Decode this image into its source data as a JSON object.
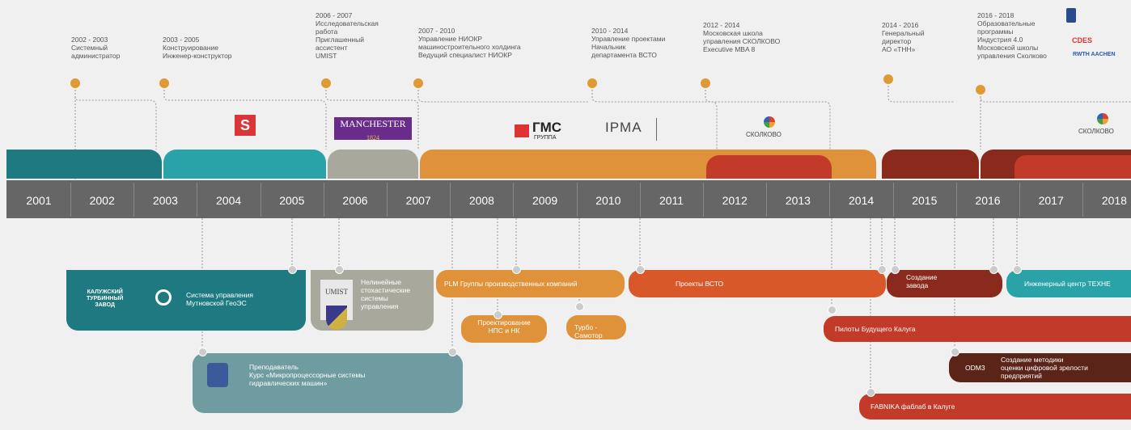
{
  "career": [
    {
      "text": "2002 - 2003\nСистемный\nадминистратор"
    },
    {
      "text": "2003 - 2005\nКонструирование\nИнженер-конструктор"
    },
    {
      "text": "2006 - 2007\nИсследовательская\nработа\nПриглашенный\nассистент\nUMIST"
    },
    {
      "text": "2007 - 2010\nУправление НИОКР\nмашиностроительного холдинга\nВедущий специалист НИОКР"
    },
    {
      "text": "2010 - 2014\nУправление проектами\nНачальник\nдепартамента ВСТО"
    },
    {
      "text": "2012 - 2014\nМосковская школа\nуправления СКОЛКОВО\nExecutive MBA 8"
    },
    {
      "text": "2014 - 2016\nГенеральный\nдиректор\nАО «ТНН»"
    },
    {
      "text": "2016 - 2018\nОбразовательные\nпрограммы\nИндустрия 4.0\nМосковской школы\nуправления Сколково"
    }
  ],
  "years": [
    "2001",
    "2002",
    "2003",
    "2004",
    "2005",
    "2006",
    "2007",
    "2008",
    "2009",
    "2010",
    "2011",
    "2012",
    "2013",
    "2014",
    "2015",
    "2016",
    "2017",
    "2018"
  ],
  "logos": {
    "sw": "S",
    "manchester": "MANCHESTER",
    "manchester_year": "1824",
    "gms": "ГМС",
    "gms_sub": "ГРУППА",
    "ipma": "IPMA",
    "skolkovo": "СКОЛКОВО",
    "skolkovo2": "СКОЛКОВО",
    "cdes": "CDES",
    "rwth": "RWTH AACHEN"
  },
  "projects": {
    "kaluga_logo": "КАЛУЖСКИЙ\nТУРБИННЫЙ\nЗАВОД",
    "mutnovsk": "Система управления\nМутновской ГеоЭС",
    "umist_logo": "UMIST",
    "stochastic": "Нелинейные\nстохастические\nсистемы\nуправления",
    "plm": "PLM Группы производственных компаний",
    "nps": "Проектирование\nНПС и НК",
    "turbo": "Турбо - Самотор",
    "vsto": "Проекты ВСТО",
    "factory": "Создание\nзавода",
    "eng_center": "Инженерный центр ТЕХНЕ",
    "pilots": "Пилоты Будущего Калуга",
    "teacher": "Преподаватель\nКурс «Микропроцессорные системы\nгидравлических машин»",
    "odm3_label": "ОDМ3",
    "odm3_text": "Создание методики\nоценки цифровой зрелости\nпредприятий",
    "fabnik": "FABNIKA фаблаб в Калуге"
  },
  "colors": {
    "teal_dark": "#1e7a80",
    "teal": "#2aa3a8",
    "gray": "#a8a99c",
    "orange": "#e0923a",
    "red_orange": "#d9582a",
    "red": "#c23a28",
    "dark_red": "#8a2a1c",
    "slate": "#6e9ca0",
    "purple": "#6a2c8a"
  }
}
